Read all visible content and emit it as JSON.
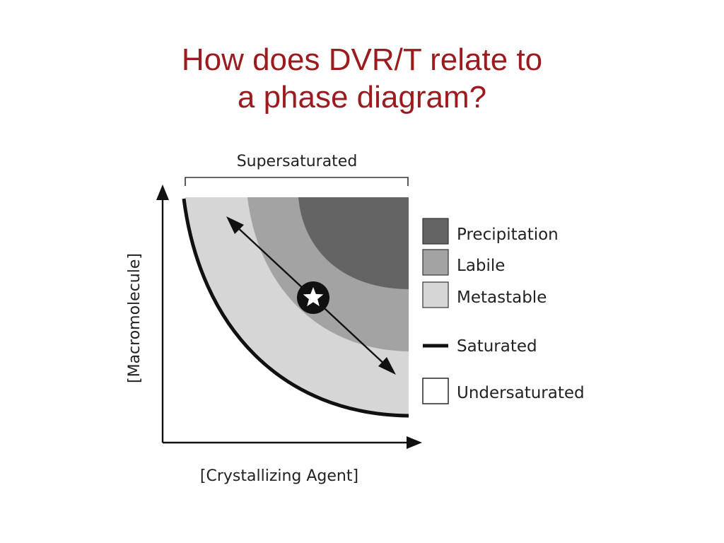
{
  "slide": {
    "title_line1": "How does DVR/T relate to",
    "title_line2": "a phase diagram?"
  },
  "diagram": {
    "top_label": "Supersaturated",
    "x_axis_label": "[Crystallizing Agent]",
    "y_axis_label": "[Macromolecule]",
    "legend": [
      {
        "label": "Precipitation",
        "color": "#646464",
        "kind": "box"
      },
      {
        "label": "Labile",
        "color": "#a3a3a3",
        "kind": "box"
      },
      {
        "label": "Metastable",
        "color": "#d6d6d6",
        "kind": "box"
      },
      {
        "label": "Saturated",
        "color": "#111111",
        "kind": "line"
      },
      {
        "label": "Undersaturated",
        "color": "#ffffff",
        "kind": "box"
      }
    ],
    "colors": {
      "precipitation": "#646464",
      "labile": "#a3a3a3",
      "metastable": "#d6d6d6",
      "saturated_line": "#111111",
      "title": "#9b1b1e"
    },
    "marker_icon": "star-icon"
  }
}
